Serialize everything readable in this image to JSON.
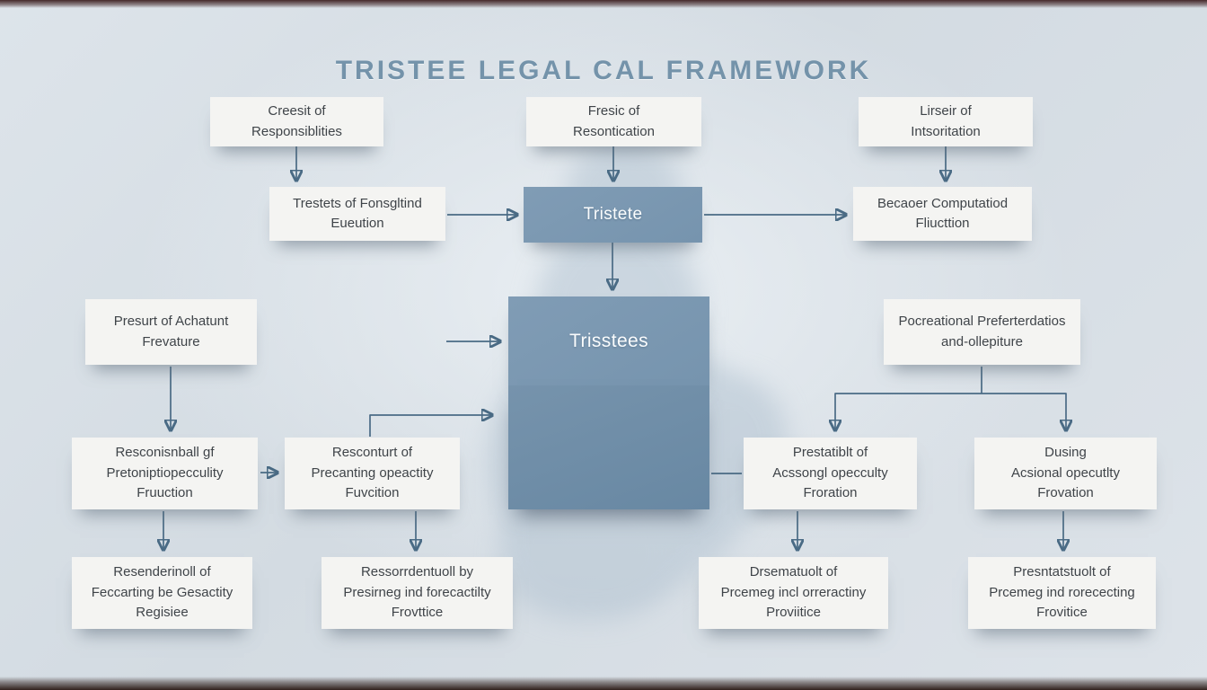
{
  "title": "TRISTEE LEGAL CAL FRAMEWORK",
  "colors": {
    "title_text": "#7493aa",
    "accent_box_blue": "#7e9ab3",
    "arrow": "#4a6b85",
    "box_background": "#f4f4f2",
    "page_background": "#d9e1e8"
  },
  "nodes": {
    "creesit": {
      "text": "Creesit of\nResponsiblities"
    },
    "fresic": {
      "text": "Fresic of\nResontication"
    },
    "lirseir": {
      "text": "Lirseir of\nIntsoritation"
    },
    "trestets": {
      "text": "Trestets of Fonsgltind\nEueution"
    },
    "tristete": {
      "text": "Tristete"
    },
    "becaoer": {
      "text": "Becaoer Computatiod\nFliucttion"
    },
    "presurt": {
      "text": "Presurt of Achatunt\nFrevature"
    },
    "trisstees": {
      "text": "Trisstees"
    },
    "pocreational": {
      "text": "Pocreational Preferterdatios\nand-ollepiture"
    },
    "resconisnball": {
      "text": "Resconisnball gf\nPretoniptiopecculity\nFruuction"
    },
    "resconturt": {
      "text": "Resconturt of\nPrecanting opeactity\nFuvcition"
    },
    "prestatiblt": {
      "text": "Prestatiblt of\nAcssongl opecculty\nFroration"
    },
    "dusing": {
      "text": "Dusing\nAcsional opecutlty\nFrovation"
    },
    "resenderinoll": {
      "text": "Resenderinoll of\nFeccarting be Gesactity\nRegisiee"
    },
    "ressorrdentuoll": {
      "text": "Ressorrdentuoll by\nPresirneg ind forecactilty\nFrovttice"
    },
    "drsematuolt": {
      "text": "Drsematuolt of\nPrcemeg incl orreractiny\nProviitice"
    },
    "presntatstuolt": {
      "text": "Presntatstuolt of\nPrcemeg ind rorececting\nFrovitice"
    }
  }
}
